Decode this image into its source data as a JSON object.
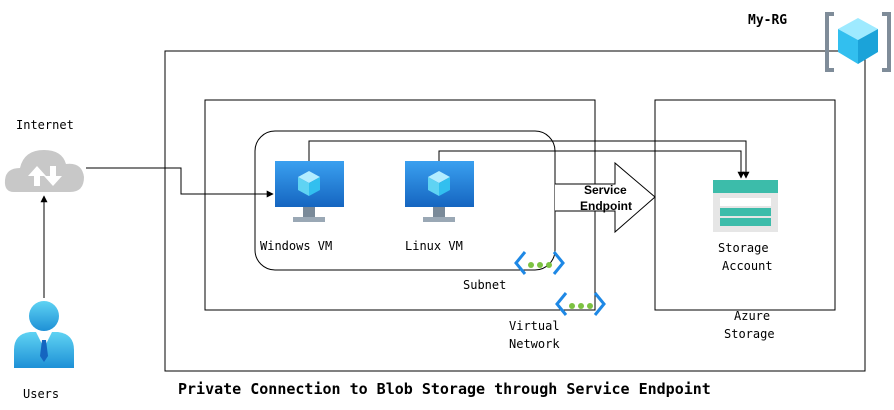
{
  "resource_group": {
    "label": "My-RG",
    "icon": "resource-group-icon"
  },
  "internet": {
    "label": "Internet",
    "icon": "cloud-upload-download-icon"
  },
  "users": {
    "label": "Users",
    "icon": "user-icon"
  },
  "windows_vm": {
    "label": "Windows VM",
    "icon": "virtual-machine-icon"
  },
  "linux_vm": {
    "label": "Linux VM",
    "icon": "virtual-machine-icon"
  },
  "subnet": {
    "label": "Subnet",
    "icon": "subnet-icon"
  },
  "virtual_network": {
    "label_line1": "Virtual",
    "label_line2": "Network",
    "icon": "virtual-network-icon"
  },
  "service_endpoint": {
    "label_line1": "Service",
    "label_line2": "Endpoint"
  },
  "storage_account": {
    "label_line1": "Storage",
    "label_line2": "Account",
    "icon": "storage-account-icon"
  },
  "azure_storage": {
    "label_line1": "Azure",
    "label_line2": "Storage"
  },
  "caption": "Private Connection to Blob Storage through Service Endpoint",
  "colors": {
    "azure_blue": "#1e88e5",
    "azure_light": "#50c8f0",
    "cloud_gray": "#c8c8c8",
    "storage_green": "#3cbcaa"
  }
}
